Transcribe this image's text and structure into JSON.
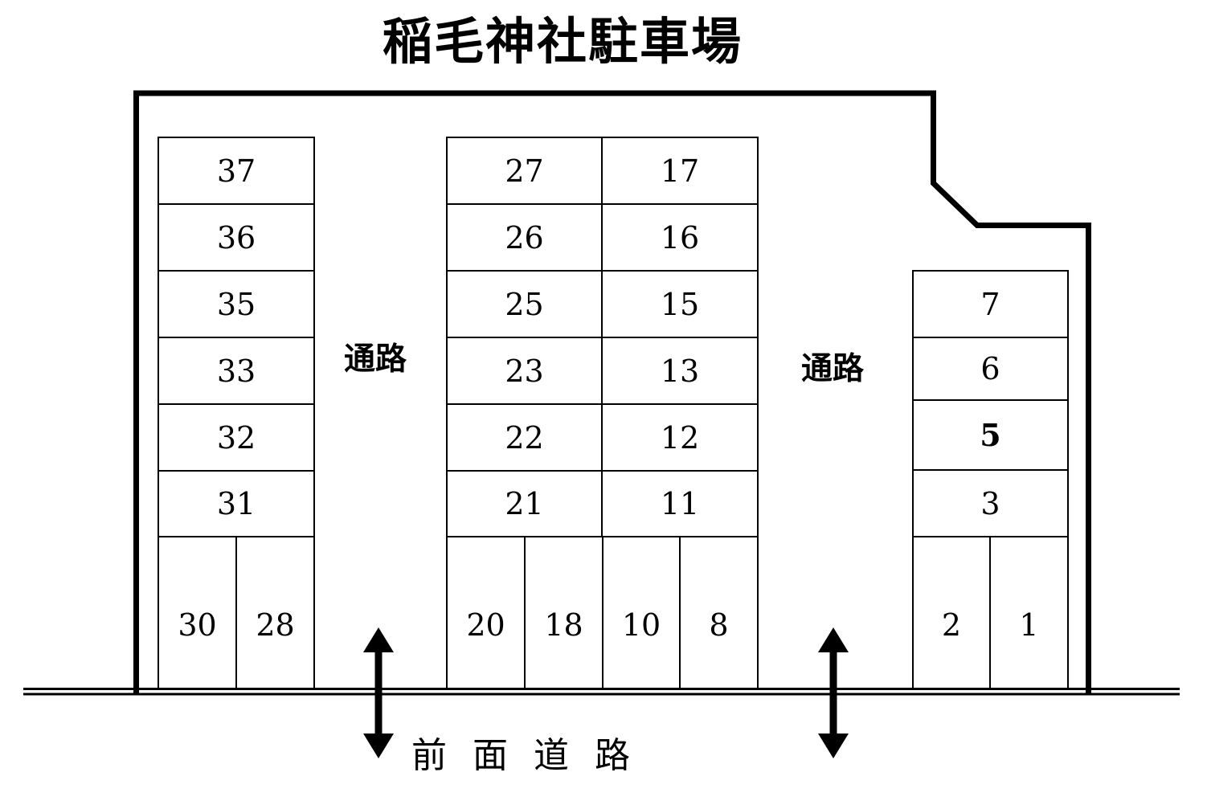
{
  "title": "稲毛神社駐車場",
  "aisles": {
    "left": "通路",
    "right": "通路"
  },
  "road": {
    "label": "前面道路"
  },
  "blocks": {
    "left": {
      "rows": [
        "37",
        "36",
        "35",
        "33",
        "32",
        "31"
      ],
      "bottom": [
        "30",
        "28"
      ]
    },
    "middle": {
      "left_rows": [
        "27",
        "26",
        "25",
        "23",
        "22",
        "21"
      ],
      "right_rows": [
        "17",
        "16",
        "15",
        "13",
        "12",
        "11"
      ],
      "bottom": [
        "20",
        "18",
        "10",
        "8"
      ]
    },
    "right": {
      "rows": [
        "7",
        "6",
        "5",
        "3"
      ],
      "bottom": [
        "2",
        "1"
      ]
    }
  },
  "colors": {
    "ink": "#000000",
    "background": "#ffffff"
  }
}
